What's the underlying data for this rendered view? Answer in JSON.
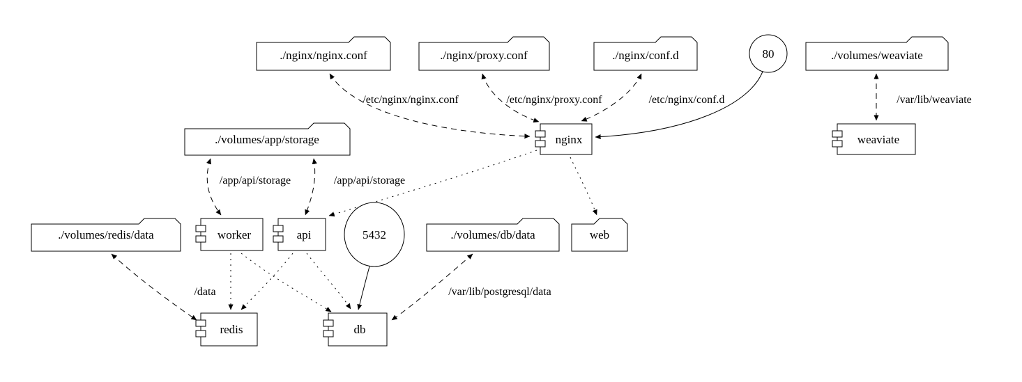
{
  "diagram": {
    "type": "docker-compose-graph",
    "nodes": {
      "nginx_conf_file": {
        "label": "./nginx/nginx.conf",
        "shape": "folder"
      },
      "proxy_conf_file": {
        "label": "./nginx/proxy.conf",
        "shape": "folder"
      },
      "conf_d_dir": {
        "label": "./nginx/conf.d",
        "shape": "folder"
      },
      "port_80": {
        "label": "80",
        "shape": "circle"
      },
      "volumes_weaviate": {
        "label": "./volumes/weaviate",
        "shape": "folder"
      },
      "volumes_app_storage": {
        "label": "./volumes/app/storage",
        "shape": "folder"
      },
      "nginx": {
        "label": "nginx",
        "shape": "component"
      },
      "weaviate": {
        "label": "weaviate",
        "shape": "component"
      },
      "volumes_redis_data": {
        "label": "./volumes/redis/data",
        "shape": "folder"
      },
      "worker": {
        "label": "worker",
        "shape": "component"
      },
      "api": {
        "label": "api",
        "shape": "component"
      },
      "port_5432": {
        "label": "5432",
        "shape": "circle"
      },
      "volumes_db_data": {
        "label": "./volumes/db/data",
        "shape": "folder"
      },
      "web": {
        "label": "web",
        "shape": "folder"
      },
      "redis": {
        "label": "redis",
        "shape": "component"
      },
      "db": {
        "label": "db",
        "shape": "component"
      }
    },
    "edges": [
      {
        "from": "./nginx/nginx.conf",
        "to": "nginx",
        "style": "dashed",
        "bidirectional": true,
        "label": "/etc/nginx/nginx.conf"
      },
      {
        "from": "./nginx/proxy.conf",
        "to": "nginx",
        "style": "dashed",
        "bidirectional": true,
        "label": "/etc/nginx/proxy.conf"
      },
      {
        "from": "./nginx/conf.d",
        "to": "nginx",
        "style": "dashed",
        "bidirectional": true,
        "label": "/etc/nginx/conf.d"
      },
      {
        "from": "80",
        "to": "nginx",
        "style": "solid",
        "bidirectional": false,
        "label": ""
      },
      {
        "from": "./volumes/weaviate",
        "to": "weaviate",
        "style": "dashed",
        "bidirectional": true,
        "label": "/var/lib/weaviate"
      },
      {
        "from": "./volumes/app/storage",
        "to": "worker",
        "style": "dashed",
        "bidirectional": true,
        "label": "/app/api/storage"
      },
      {
        "from": "./volumes/app/storage",
        "to": "api",
        "style": "dashed",
        "bidirectional": true,
        "label": "/app/api/storage"
      },
      {
        "from": "nginx",
        "to": "api",
        "style": "dotted",
        "bidirectional": false,
        "label": ""
      },
      {
        "from": "nginx",
        "to": "web",
        "style": "dotted",
        "bidirectional": false,
        "label": ""
      },
      {
        "from": "./volumes/redis/data",
        "to": "redis",
        "style": "dashed",
        "bidirectional": true,
        "label": "/data"
      },
      {
        "from": "worker",
        "to": "redis",
        "style": "dotted",
        "bidirectional": false,
        "label": ""
      },
      {
        "from": "worker",
        "to": "db",
        "style": "dotted",
        "bidirectional": false,
        "label": ""
      },
      {
        "from": "api",
        "to": "redis",
        "style": "dotted",
        "bidirectional": false,
        "label": ""
      },
      {
        "from": "api",
        "to": "db",
        "style": "dotted",
        "bidirectional": false,
        "label": ""
      },
      {
        "from": "5432",
        "to": "db",
        "style": "solid",
        "bidirectional": false,
        "label": ""
      },
      {
        "from": "./volumes/db/data",
        "to": "db",
        "style": "dashed",
        "bidirectional": true,
        "label": "/var/lib/postgresql/data"
      }
    ]
  }
}
